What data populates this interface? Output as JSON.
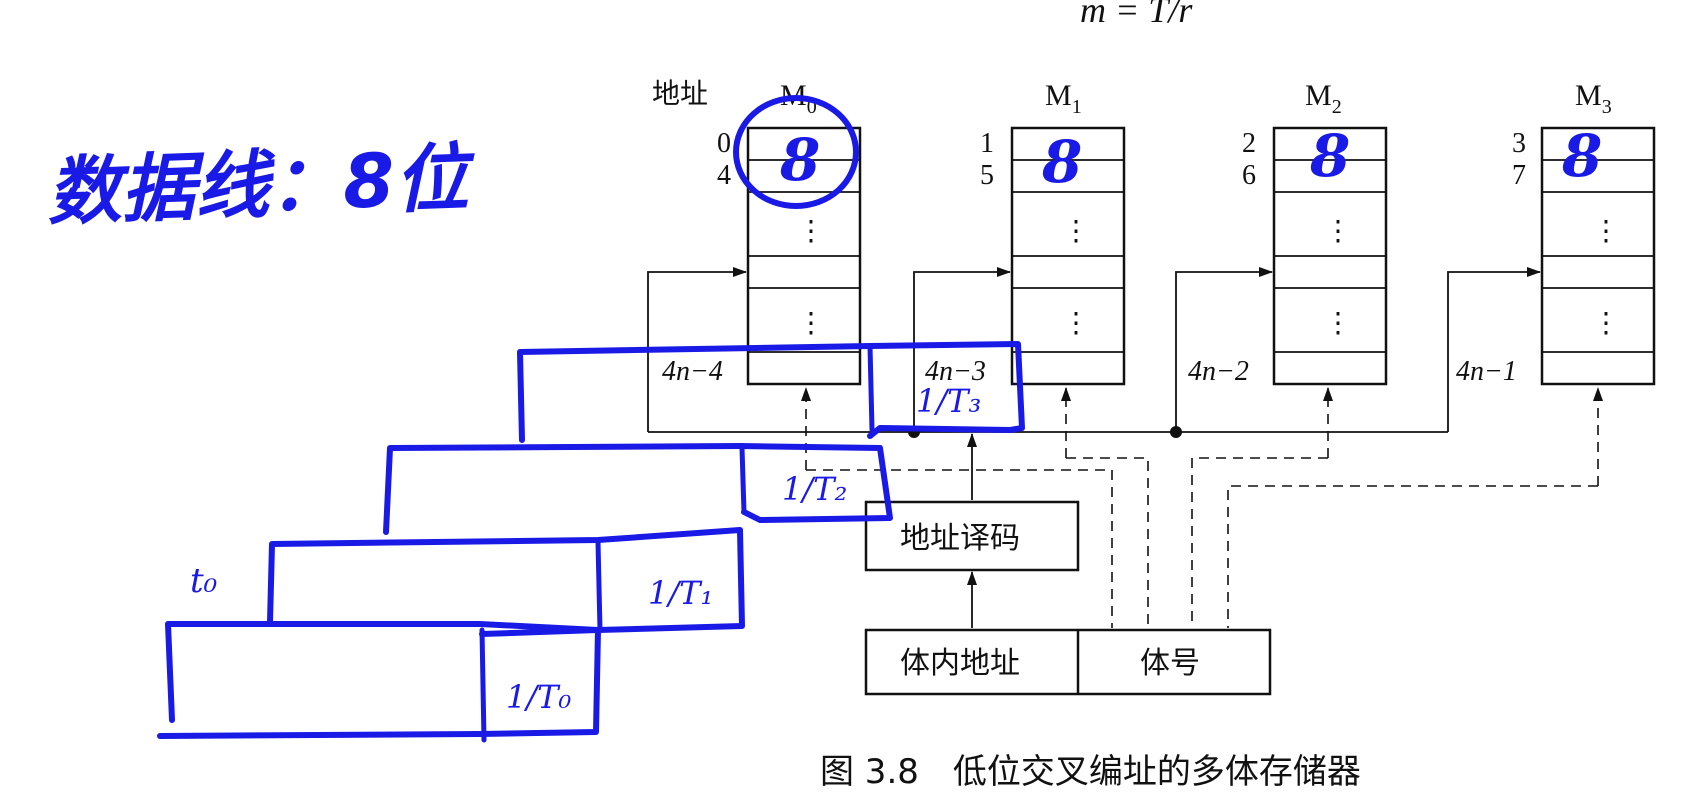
{
  "formula_top": "m = T/r",
  "address_label": "地址",
  "modules": [
    {
      "name": "M0",
      "base": "M",
      "sub": "0",
      "addr_row1": "0",
      "addr_row2": "4",
      "addr_last": "4n−4"
    },
    {
      "name": "M1",
      "base": "M",
      "sub": "1",
      "addr_row1": "1",
      "addr_row2": "5",
      "addr_last": "4n−3"
    },
    {
      "name": "M2",
      "base": "M",
      "sub": "2",
      "addr_row1": "2",
      "addr_row2": "6",
      "addr_last": "4n−2"
    },
    {
      "name": "M3",
      "base": "M",
      "sub": "3",
      "addr_row1": "3",
      "addr_row2": "7",
      "addr_last": "4n−1"
    }
  ],
  "vertical_dots": "⋮",
  "decoder_label": "地址译码",
  "register": {
    "left_label": "体内地址",
    "right_label": "体号"
  },
  "caption": "图 3.8　低位交叉编址的多体存储器",
  "handwriting": {
    "note": "数据线：8位",
    "module_values": [
      "8",
      "8",
      "8",
      "8"
    ],
    "timeline_marks": [
      "1/T₃",
      "1/T₂",
      "1/T₁",
      "1/T₀"
    ],
    "side_mark": "t₀"
  },
  "colors": {
    "ink": "#1a1ae6",
    "line": "#111111",
    "background": "#ffffff"
  }
}
